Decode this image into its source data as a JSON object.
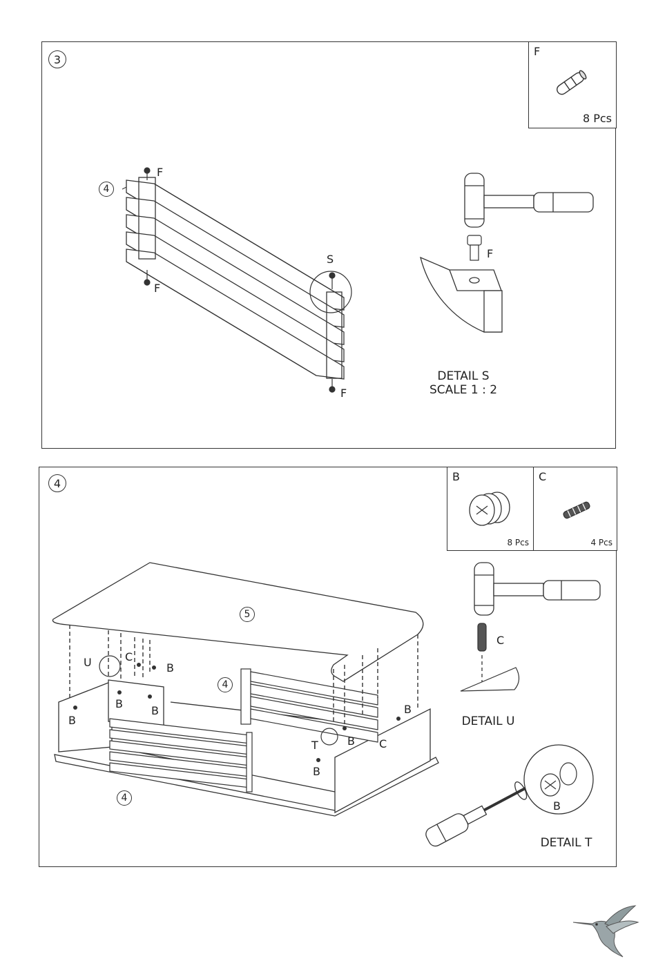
{
  "step3": {
    "number": "3",
    "part": {
      "letter": "F",
      "qty": "8 Pcs"
    },
    "panel_callout": "4",
    "fastener_labels": [
      "F",
      "F",
      "F",
      "F"
    ],
    "detail_marker": "S",
    "detail_caption_line1": "DETAIL S",
    "detail_caption_line2": "SCALE 1 : 2"
  },
  "step4": {
    "number": "4",
    "part_b": {
      "letter": "B",
      "qty": "8 Pcs"
    },
    "part_c": {
      "letter": "C",
      "qty": "4 Pcs"
    },
    "top_callout": "5",
    "panel_callout_back": "4",
    "panel_callout_front": "4",
    "labels": {
      "u": "U",
      "c1": "C",
      "b1": "B",
      "b2": "B",
      "b3": "B",
      "b4": "B",
      "b5": "B",
      "b6": "B",
      "b7": "B",
      "c2": "C",
      "t": "T",
      "c3": "C",
      "b8": "B"
    },
    "detail_u_caption": "DETAIL U",
    "detail_t_caption": "DETAIL T"
  },
  "logo": {
    "icon": "hummingbird-icon"
  }
}
